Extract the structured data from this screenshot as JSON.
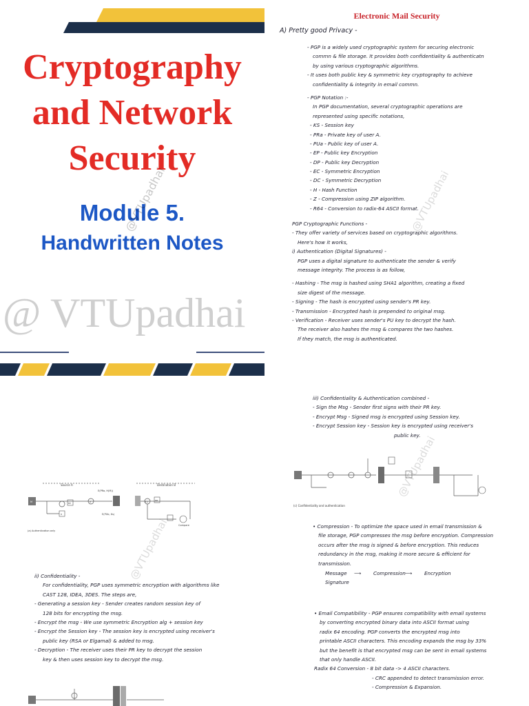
{
  "cover": {
    "title_lines": [
      "Cryptography",
      "and Network",
      "Security"
    ],
    "module": "Module 5.",
    "subtitle": "Handwritten Notes",
    "brand": "@ VTUpadhai"
  },
  "watermark": "@VTUpadhai",
  "page1": {
    "heading": "Electronic Mail Security",
    "lines": [
      "A) Pretty good Privacy -",
      "- PGP is a widely used cryptographic system for securing electronic",
      "commn & file storage. It provides both confidentiality & authenticatn",
      "by using various cryptographic algorithms.",
      "- It uses both public key & symmetric key cryptography to achieve",
      "confidentiality & integrity in email commn.",
      "- PGP Notation :-",
      "In PGP documentation, several cryptographic operations are",
      "represented using specific notations,",
      "- KS - Session key",
      "- PRa - Private key of user A.",
      "- PUa - Public key of user A.",
      "- EP - Public key Encryption",
      "- DP - Public key Decryption",
      "- EC - Symmetric Encryption",
      "- DC - Symmetric Decryption",
      "- H - Hash Function",
      "- Z - Compression using ZIP algorithm.",
      "- R64 - Conversion to radix-64 ASCII format.",
      "PGP Cryptographic Functions -",
      "- They offer variety of services based on cryptographic algorithms.",
      "Here's how it works,",
      "i) Authentication (Digital Signatures) -",
      "PGP uses a digital signature to authenticate the sender & verify",
      "message integrity. The process is as follow,",
      "- Hashing - The msg is hashed using SHA1 algorithm, creating a fixed",
      "size digest of the message.",
      "- Signing - The hash is encrypted using sender's PR key.",
      "- Transmission - Encrypted hash is prepended to original msg.",
      "- Verification - Receiver uses sender's PU key to decrypt the hash.",
      "The receiver also hashes the msg & compares the two hashes.",
      "If they match, the msg is authenticated."
    ]
  },
  "page2": {
    "diagram_labels": [
      "Source A",
      "Destination B",
      "E(PRa, H(M))",
      "E(PUb, Ks)",
      "M",
      "H",
      "EP",
      "DP",
      "Z",
      "Z-1",
      "Compare",
      "(a) Authentication only"
    ],
    "lines": [
      "ii) Confidentiality -",
      "For confidentiality, PGP uses symmetric encryption with algorithms like",
      "CAST 128, IDEA, 3DES. The steps are,",
      "- Generating a session key - Sender creates random session key of",
      "128 bits for encrypting the msg.",
      "- Encrypt the msg - We use symmetric Encryption alg + session key",
      "- Encrypt the Session key - The session key is encrypted using receiver's",
      "public key (RSA or Elgamal) & added to msg.",
      "- Decryption - The receiver uses their PR key to decrypt the session",
      "key & then uses session key to decrypt the msg."
    ]
  },
  "page3": {
    "top_lines": [
      "iii) Confidentiality & Authentication combined -",
      "- Sign the Msg - Sender first signs with their PR key.",
      "- Encrypt Msg - Signed msg is encrypted using Session key.",
      "- Encrypt Session key - Session key is encrypted using receiver's",
      "public key."
    ],
    "diagram_caption": "(c) Confidentiality and authentication",
    "compression_lines": [
      "• Compression - To optimize the space used in email transmission &",
      "file storage, PGP compresses the msg before encryption. Compression",
      "occurs after the msg is signed & before encryption. This reduces",
      "redundancy in the msg, making it more secure & efficient for",
      "transmission."
    ],
    "flow": [
      "Message",
      "Signature",
      "Compression",
      "Encryption"
    ],
    "compat_lines": [
      "• Email Compatibility - PGP ensures compatibility with email systems",
      "by converting encrypted binary data into ASCII format using",
      "radix 64 encoding. PGP converts the encrypted msg into",
      "printable ASCII characters. This encoding expands the msg by 33%",
      "but the benefit is that encrypted msg can be sent in email systems",
      "that only handle ASCII.",
      "Radix 64 Conversion - 8 bit data -> 4 ASCII characters.",
      "- CRC appended to detect transmission error.",
      "- Compression & Expansion."
    ]
  }
}
